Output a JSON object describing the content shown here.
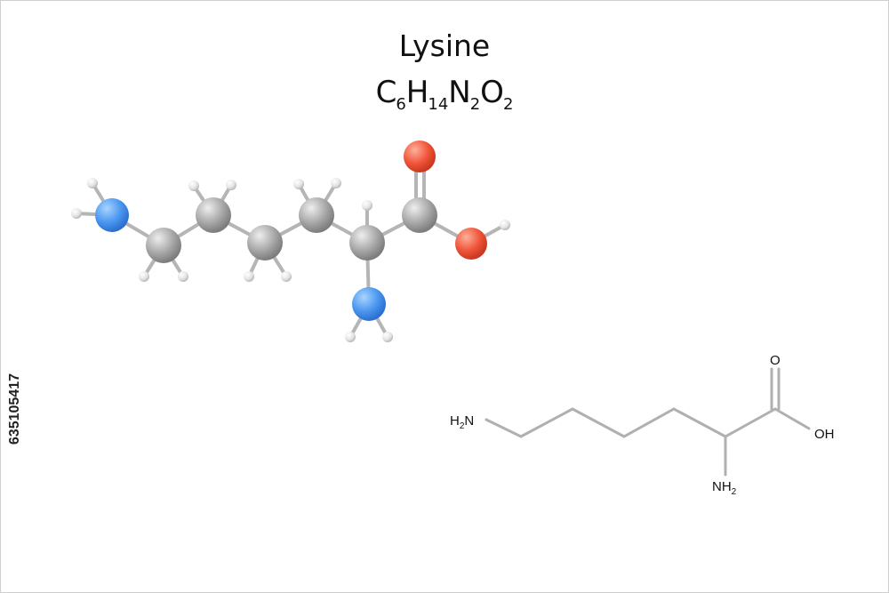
{
  "title": "Lysine",
  "formula": {
    "parts": [
      "C",
      "6",
      "H",
      "14",
      "N",
      "2",
      "O",
      "2"
    ]
  },
  "stock_id": "635105417",
  "skeletal_labels": {
    "h2n": {
      "base": "H",
      "sub": "2",
      "tail": "N"
    },
    "nh2": {
      "base": "NH",
      "sub": "2"
    },
    "o": "O",
    "oh": "OH"
  },
  "colors": {
    "carbon": "#a8a8a8",
    "nitrogen": "#4a97f0",
    "oxygen": "#f0553a",
    "hydrogen": "#e8e8e8",
    "bond": "#b5b5b5"
  }
}
